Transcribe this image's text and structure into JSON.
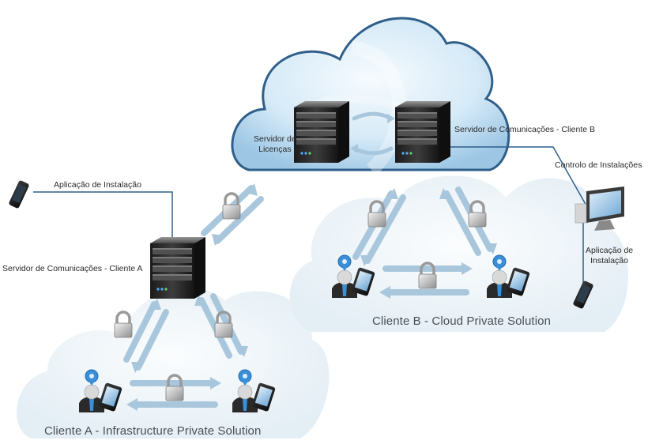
{
  "clouds": {
    "central": {
      "server_licencas_line1": "Servidor de",
      "server_licencas_line2": "Licenças",
      "server_comunicacoes_b": "Servidor de Comunicações - Cliente B"
    },
    "cliente_a": {
      "title": "Cliente A - Infrastructure Private Solution",
      "server_label": "Servidor de Comunicações - Cliente A",
      "app_label": "Aplicação de Instalação"
    },
    "cliente_b": {
      "title": "Cliente B - Cloud Private Solution",
      "control_label": "Controlo de Instalações",
      "app_label_line1": "Aplicação de",
      "app_label_line2": "Instalação"
    }
  },
  "colors": {
    "cloud_fill": "#eef4f8",
    "central_cloud": "#cfe6f5",
    "central_cloud_border": "#2f5f8a",
    "arrow": "#a9c7dc",
    "connector": "#2f5f8a",
    "server": "#2b2b2b",
    "person_pin": "#3a8fd6"
  }
}
